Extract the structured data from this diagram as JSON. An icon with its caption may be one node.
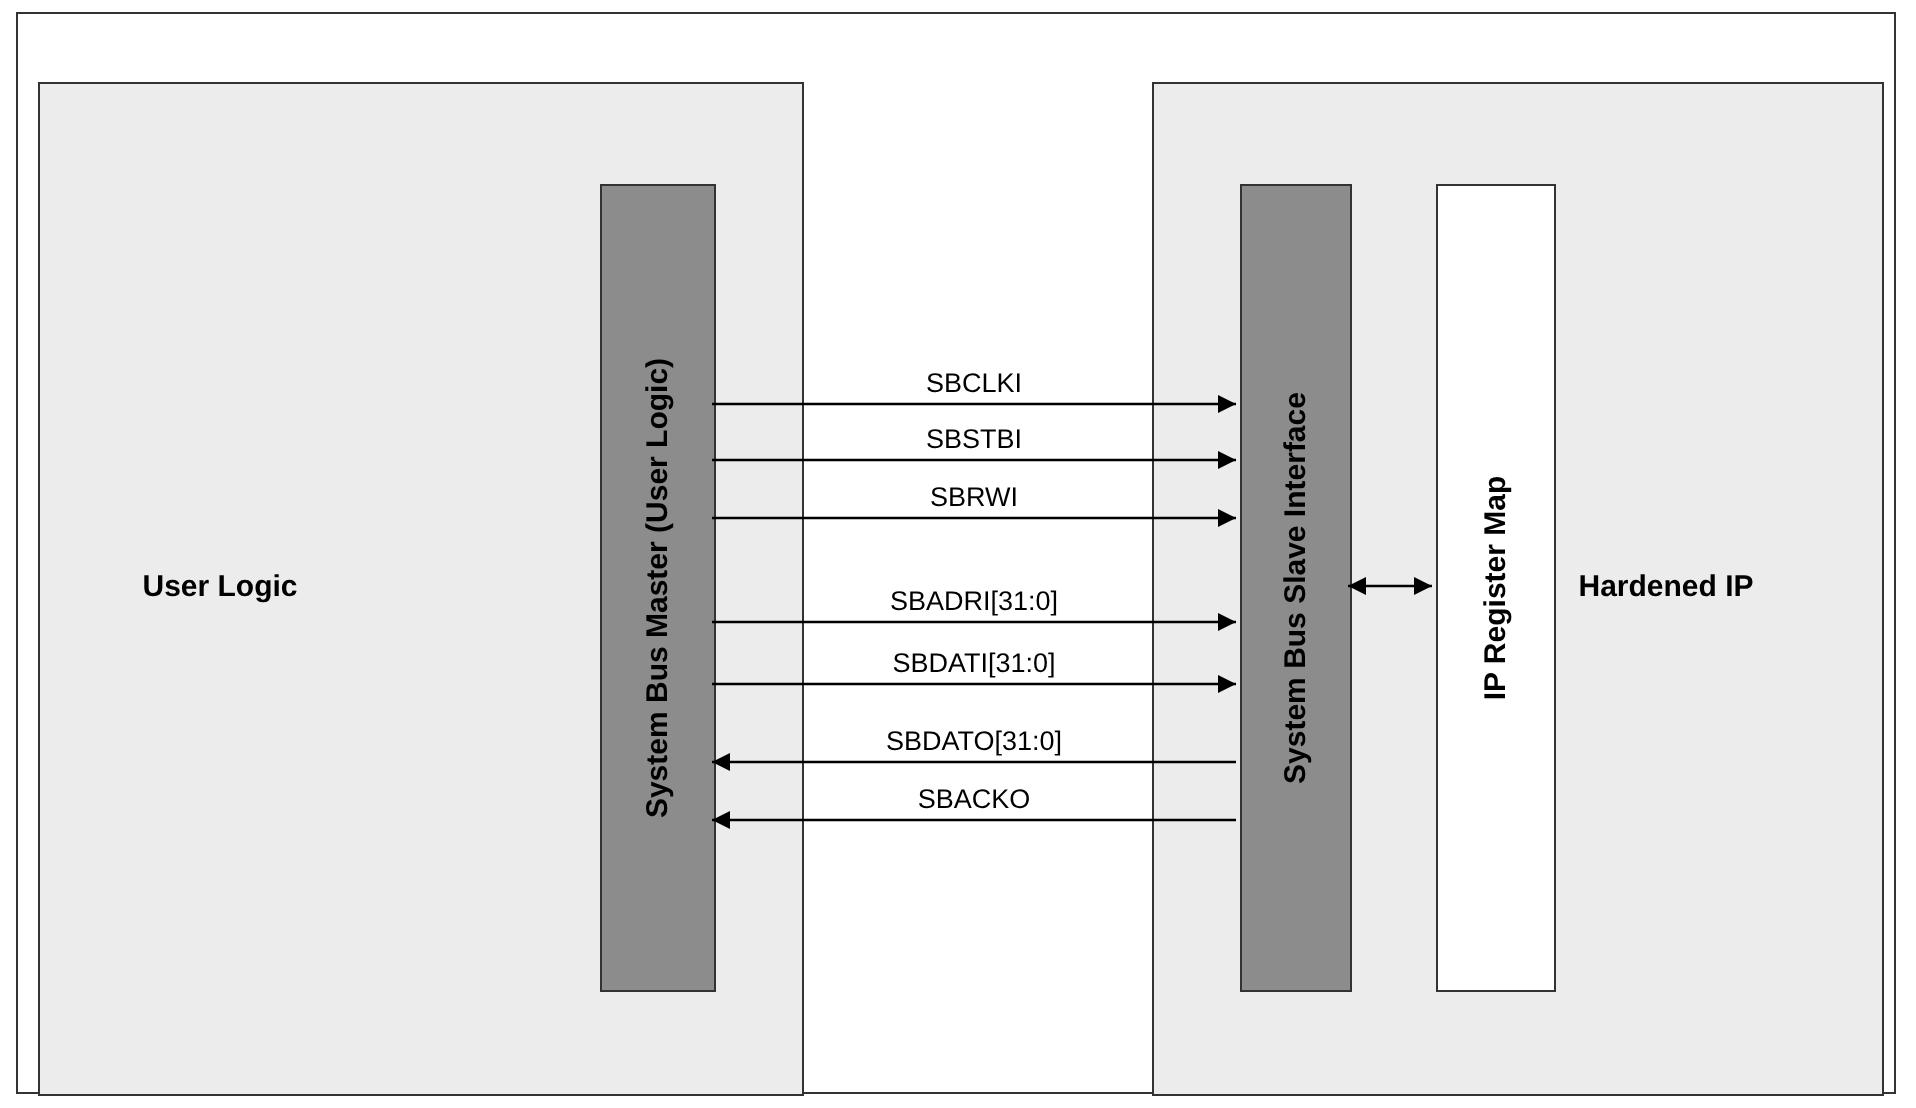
{
  "diagram": {
    "nodes": [
      {
        "text": [],
        "shape": "box"
      },
      {
        "text": [
          "User Logic"
        ],
        "in": 0
      },
      {
        "text": [
          "System Bus Master (User Logic)"
        ],
        "in": 1
      },
      {
        "text": [
          "Hardened IP"
        ],
        "in": 0
      },
      {
        "text": [
          "System Bus Slave Interface"
        ],
        "in": 3
      },
      {
        "text": [
          "IP Register Map"
        ],
        "in": 3
      }
    ],
    "edges": [
      {
        "from": 2,
        "to": 4,
        "arrow": "to",
        "label": "SBCLKI"
      },
      {
        "from": 2,
        "to": 4,
        "arrow": "to",
        "label": "SBSTBI"
      },
      {
        "from": 2,
        "to": 4,
        "arrow": "to",
        "label": "SBRWI"
      },
      {
        "from": 2,
        "to": 4,
        "arrow": "to",
        "label": "SBADRI[31:0]"
      },
      {
        "from": 2,
        "to": 4,
        "arrow": "to",
        "label": "SBDATI[31:0]"
      },
      {
        "from": 4,
        "to": 2,
        "arrow": "to",
        "label": "SBDATO[31:0]"
      },
      {
        "from": 4,
        "to": 2,
        "arrow": "to",
        "label": "SBACKO"
      },
      {
        "from": 4,
        "to": 5,
        "arrow": "both"
      }
    ]
  }
}
